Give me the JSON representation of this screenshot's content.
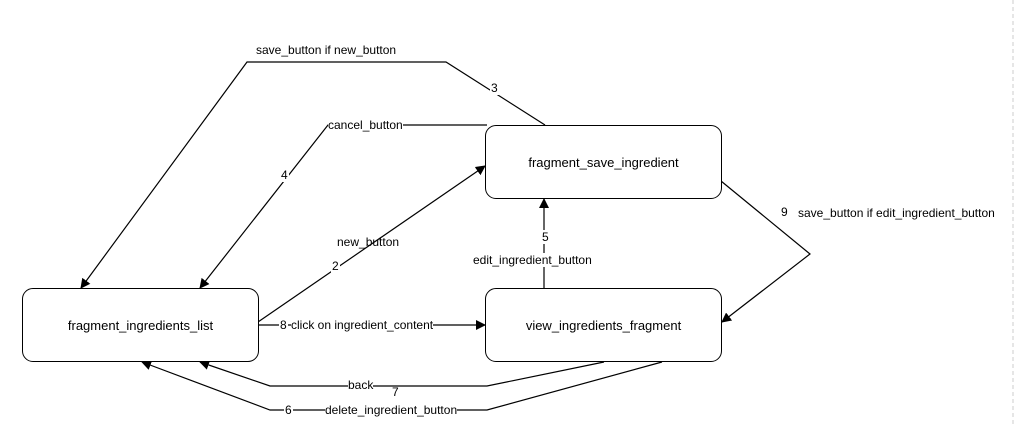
{
  "nodes": {
    "save": "fragment_save_ingredient",
    "list": "fragment_ingredients_list",
    "view": "view_ingredients_fragment"
  },
  "edges": {
    "save_new": {
      "label": "save_button if new_button",
      "num": "3"
    },
    "cancel": {
      "label": "cancel_button",
      "num": "4"
    },
    "new": {
      "label": "new_button",
      "num": "2"
    },
    "edit": {
      "label": "edit_ingredient_button",
      "num": "5"
    },
    "click": {
      "label": "click on ingredient_content",
      "num": "8"
    },
    "save_edit": {
      "label": "save_button if edit_ingredient_button",
      "num": "9"
    },
    "back": {
      "label": "back",
      "num": "7"
    },
    "delete": {
      "label": "delete_ingredient_button",
      "num": "6"
    }
  }
}
